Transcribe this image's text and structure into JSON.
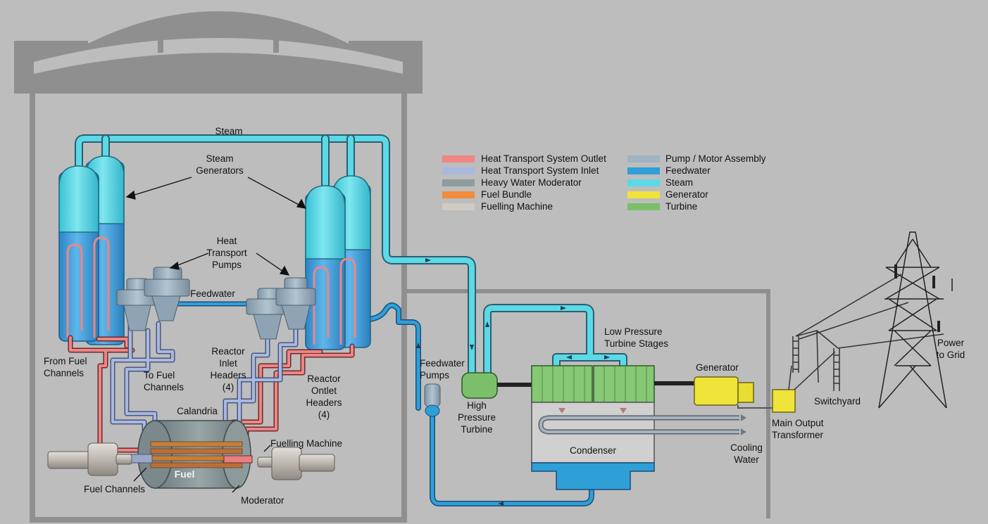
{
  "legend": [
    {
      "label": "Heat Transport System Outlet",
      "color": "#ef8585"
    },
    {
      "label": "Heat Transport System Inlet",
      "color": "#a9b8df"
    },
    {
      "label": "Heavy Water Moderator",
      "color": "#8e9c9e"
    },
    {
      "label": "Fuel Bundle",
      "color": "#f08c3c"
    },
    {
      "label": "Fuelling Machine",
      "color": "#cfcac4"
    },
    {
      "label": "Pump / Motor Assembly",
      "color": "#9fb3c2"
    },
    {
      "label": "Feedwater",
      "color": "#2f9fd8"
    },
    {
      "label": "Steam",
      "color": "#5cd9e6"
    },
    {
      "label": "Generator",
      "color": "#f0e33a"
    },
    {
      "label": "Turbine",
      "color": "#7bbf6a"
    }
  ],
  "labels": {
    "steam": "Steam",
    "steam_generators": [
      "Steam",
      "Generators"
    ],
    "heat_transport_pumps": [
      "Heat",
      "Transport",
      "Pumps"
    ],
    "feedwater": "Feedwater",
    "from_fuel_channels": [
      "From Fuel",
      "Channels"
    ],
    "to_fuel_channels": [
      "To Fuel",
      "Channels"
    ],
    "reactor_inlet_headers": [
      "Reactor",
      "Inlet",
      "Headers",
      "(4)"
    ],
    "reactor_outlet_headers": [
      "Reactor",
      "Ontlet",
      "Headers",
      "(4)"
    ],
    "calandria": "Calandria",
    "fuelling_machine": "Fuelling Machine",
    "fuel": "Fuel",
    "fuel_channels": "Fuel Channels",
    "moderator": "Moderator",
    "feedwater_pumps": [
      "Feedwater",
      "Pumps"
    ],
    "high_pressure_turbine": [
      "High",
      "Pressure",
      "Turbine"
    ],
    "low_pressure_turbine_stages": [
      "Low Pressure",
      "Turbine Stages"
    ],
    "generator": "Generator",
    "condenser": "Condenser",
    "cooling_water": [
      "Cooling",
      "Water"
    ],
    "main_output_transformer": [
      "Main Output",
      "Transformer"
    ],
    "switchyard": "Switchyard",
    "power_to_grid": [
      "Power",
      "to Grid"
    ]
  }
}
